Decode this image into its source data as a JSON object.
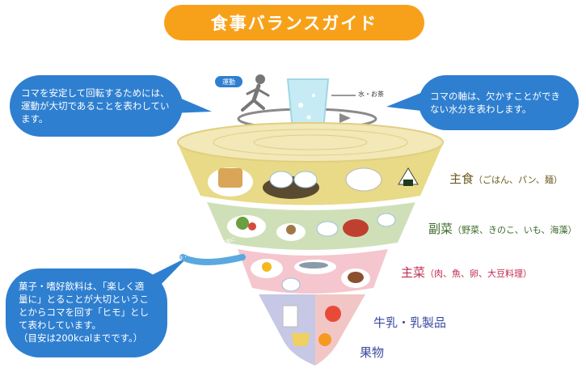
{
  "title": "食事バランスガイド",
  "bubbles": {
    "exercise_note": "コマを安定して回転するためには、運動が大切であることを表わしています。",
    "water_note": "コマの軸は、欠かすことができない水分を表わします。",
    "snack_note_lines": [
      "菓子・嗜好飲料は、「楽しく適",
      "量に」とることが大切というこ",
      "とからコマを回す「ヒモ」とし",
      "て表わしています。",
      "（目安は200kcalまでです。）"
    ]
  },
  "labels": {
    "exercise": "運動",
    "water": "水・お茶",
    "string": "菓子・嗜好飲料 楽しく適度に"
  },
  "tiers": [
    {
      "name": "主食",
      "examples": "（ごはん、パン、麺）",
      "color": "#e8da86"
    },
    {
      "name": "副菜",
      "examples": "（野菜、きのこ、いも、海藻）",
      "color": "#cfe0b8"
    },
    {
      "name": "主菜",
      "examples": "（肉、魚、卵、大豆料理）",
      "color": "#f5c6cd"
    },
    {
      "name": "牛乳・乳製品",
      "examples": "",
      "color": "#c6c8e6"
    },
    {
      "name": "果物",
      "examples": "",
      "color": "#f3c6c6"
    }
  ],
  "colors": {
    "title_bg": "#f7a11a",
    "bubble_bg": "#2f7fd0",
    "top_disc": "#f2e8b8"
  }
}
